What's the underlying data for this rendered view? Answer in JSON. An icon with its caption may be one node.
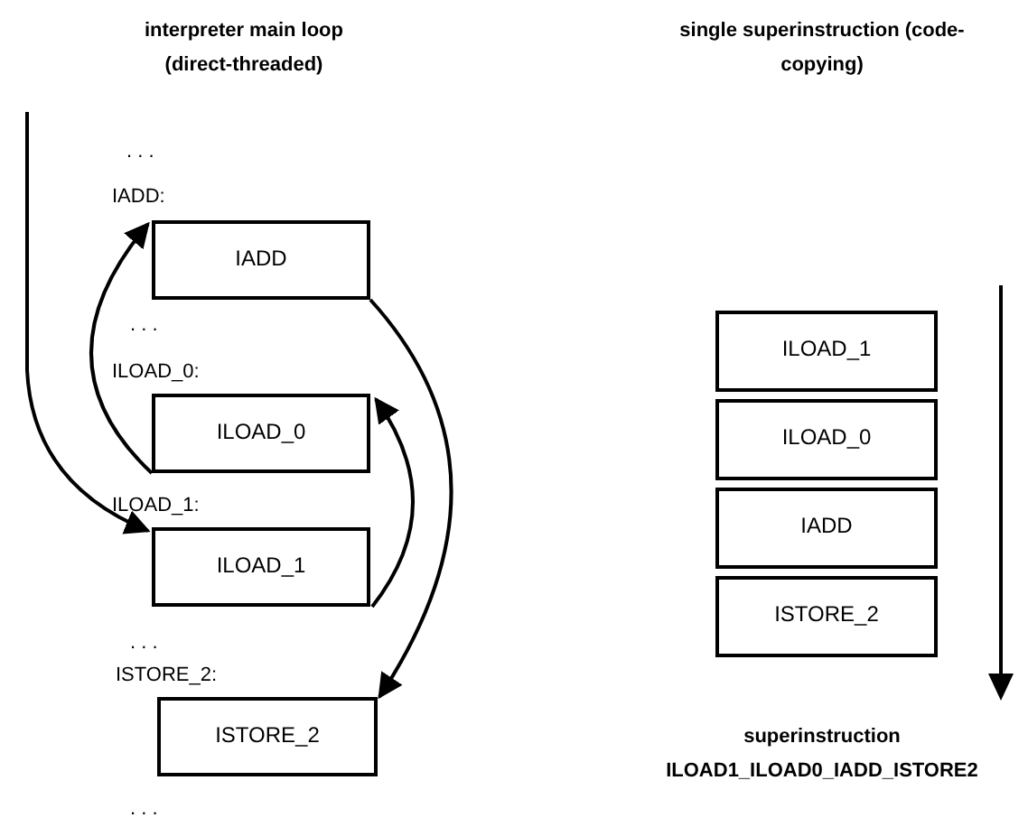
{
  "diagram": {
    "nodes": [
      {
        "text": [
          "IADD"
        ],
        "beside": [
          "IADD:"
        ]
      },
      {
        "text": [
          "ILOAD_0"
        ],
        "beside": [
          "ILOAD_0:"
        ]
      },
      {
        "text": [
          "ILOAD_1"
        ],
        "beside": [
          "ILOAD_1:"
        ]
      },
      {
        "text": [
          "ISTORE_2"
        ],
        "beside": [
          "ISTORE_2:"
        ]
      },
      {
        "text": [
          "ILOAD_1"
        ]
      },
      {
        "text": [
          "ILOAD_0"
        ]
      },
      {
        "text": [
          "IADD"
        ]
      },
      {
        "text": [
          "ISTORE_2"
        ]
      }
    ],
    "edges": [
      {
        "from": null,
        "to": 2,
        "arrow": "to"
      },
      {
        "from": 2,
        "to": 1,
        "arrow": "to"
      },
      {
        "from": 1,
        "to": 0,
        "arrow": "to"
      },
      {
        "from": 0,
        "to": 3,
        "arrow": "to"
      }
    ],
    "labels": [
      "interpreter main loop (direct-threaded)",
      "single superinstruction (code-copying)",
      ". . .",
      ". . .",
      ". . .",
      ". . .",
      "superinstruction ILOAD1_ILOAD0_IADD_ISTORE2"
    ]
  }
}
